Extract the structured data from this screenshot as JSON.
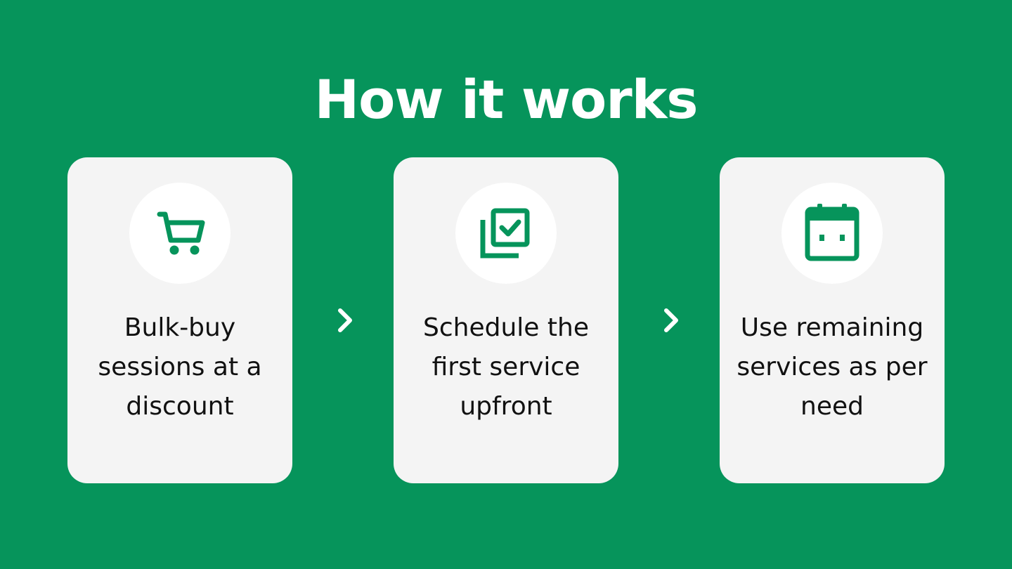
{
  "title": "How it works",
  "colors": {
    "background": "#06945b",
    "card": "#f4f4f4",
    "icon": "#06945b",
    "text": "#111111"
  },
  "steps": [
    {
      "icon": "shopping-cart-icon",
      "text": "Bulk-buy sessions at a discount"
    },
    {
      "icon": "checked-stack-icon",
      "text": "Schedule the first service upfront"
    },
    {
      "icon": "calendar-icon",
      "text": "Use remaining services as per need"
    }
  ],
  "connector_icon": "chevron-right-icon"
}
